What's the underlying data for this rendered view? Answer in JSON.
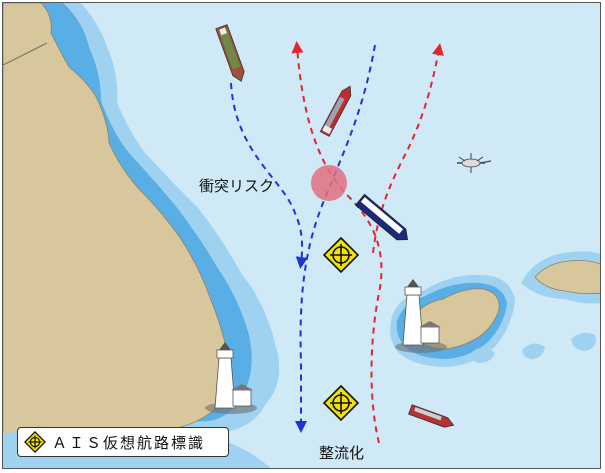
{
  "labels": {
    "collision_risk": "衝突リスク",
    "traffic_regulation": "整流化"
  },
  "legend": {
    "label": "ＡＩＳ仮想航路標識",
    "icon": "ais-virtual-aid-icon"
  },
  "colors": {
    "sea": "#cfeaf6",
    "shallow": "#9fd2f0",
    "shallow_deep": "#5aaee6",
    "land": "#d8c79c",
    "blue_route": "#1f33d6",
    "red_route": "#e3262d",
    "risk_circle": "#e07080",
    "marker_fill": "#f3e100"
  }
}
